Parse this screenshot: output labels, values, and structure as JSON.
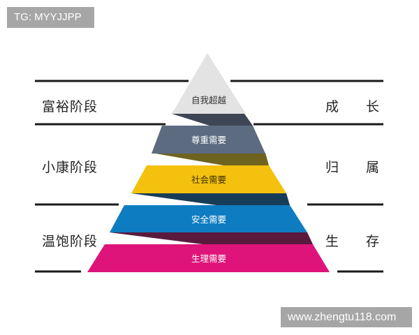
{
  "watermarks": {
    "top_left": "TG: MYYJJPP",
    "bottom_right": "www.zhengtu118.com"
  },
  "pyramid": {
    "tiers": [
      {
        "label": "自我超越",
        "color": "#e3e3e3",
        "text_color": "#333333"
      },
      {
        "label": "尊重需要",
        "color": "#5d6b80",
        "text_color": "#ffffff"
      },
      {
        "label": "社会需要",
        "color": "#f4c10f",
        "text_color": "#3a3000"
      },
      {
        "label": "安全需要",
        "color": "#0e7cc1",
        "text_color": "#ffffff"
      },
      {
        "label": "生理需要",
        "color": "#de147a",
        "text_color": "#ffffff"
      }
    ],
    "shadow_colors": [
      "#3e4656",
      "#6f6320",
      "#163c58",
      "#5a1a3e"
    ]
  },
  "left_stages": [
    {
      "label": "富裕阶段"
    },
    {
      "label": "小康阶段"
    },
    {
      "label": "温饱阶段"
    }
  ],
  "right_stages": [
    {
      "chars": [
        "成",
        "长"
      ]
    },
    {
      "chars": [
        "归",
        "属"
      ]
    },
    {
      "chars": [
        "生",
        "存"
      ]
    }
  ]
}
